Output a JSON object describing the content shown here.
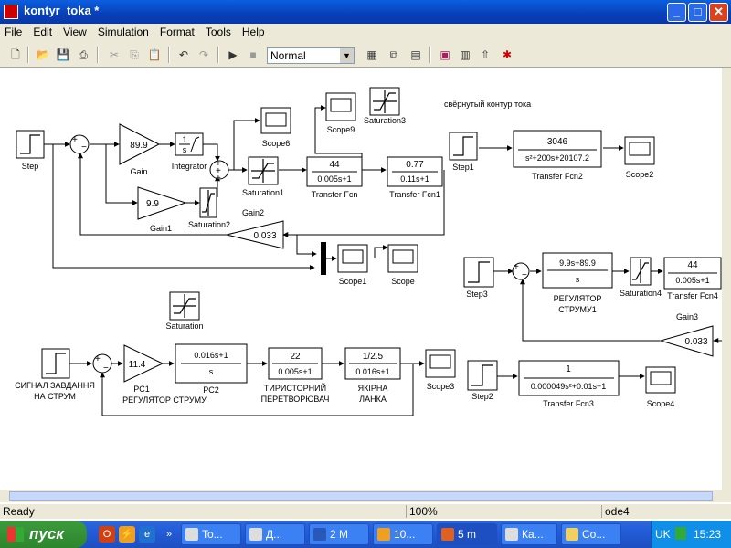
{
  "window": {
    "title": "kontyr_toka *",
    "minimize": "_",
    "maximize": "□",
    "close": "✕"
  },
  "menu": [
    "File",
    "Edit",
    "View",
    "Simulation",
    "Format",
    "Tools",
    "Help"
  ],
  "toolbar": {
    "mode": "Normal"
  },
  "diagram": {
    "blocks": {
      "step": "Step",
      "gain": "Gain",
      "gain_val": "89.9",
      "integrator": "Integrator",
      "int_num": "1",
      "int_den": "s",
      "gain1": "Gain1",
      "gain1_val": "9.9",
      "saturation1": "Saturation1",
      "saturation2": "Saturation2",
      "gain2": "Gain2",
      "gain2_val": "0.033",
      "scope6": "Scope6",
      "scope9": "Scope9",
      "saturation3": "Saturation3",
      "tf_num": "44",
      "tf_den": "0.005s+1",
      "tf": "Transfer Fcn",
      "tf1_num": "0.77",
      "tf1_den": "0.11s+1",
      "tf1": "Transfer Fcn1",
      "scope1": "Scope1",
      "scope": "Scope",
      "saturation": "Saturation",
      "annotation": "свёрнутый контур тока",
      "step1": "Step1",
      "tf2_num": "3046",
      "tf2_den": "s²+200s+20107.2",
      "tf2": "Transfer Fcn2",
      "scope2": "Scope2",
      "step3": "Step3",
      "reg_num": "9.9s+89.9",
      "reg_den": "s",
      "reg_label1": "РЕГУЛЯТОР",
      "reg_label2": "СТРУМУ1",
      "saturation4": "Saturation4",
      "tf4_num": "44",
      "tf4_den": "0.005s+1",
      "tf4": "Transfer Fcn4",
      "gain3": "Gain3",
      "gain3_val": "0.033",
      "signal1": "СИГНАЛ ЗАВДАННЯ",
      "signal2": "НА СТРУМ",
      "pc1_val": "11.4",
      "pc1_1": "PC1",
      "pc1_2": "РЕГУЛЯТОР СТРУМУ",
      "pc2_num": "0.016s+1",
      "pc2_den": "s",
      "pc2": "PC2",
      "thy_num": "22",
      "thy_den": "0.005s+1",
      "thy1": "ТИРИСТОРНИЙ",
      "thy2": "ПЕРЕТВОРЮВАЧ",
      "arm_num": "1/2.5",
      "arm_den": "0.016s+1",
      "arm1": "ЯКІРНА",
      "arm2": "ЛАНКА",
      "scope3": "Scope3",
      "step2": "Step2",
      "tf3_num": "1",
      "tf3_den": "0.000049s²+0.01s+1",
      "tf3": "Transfer Fcn3",
      "scope4": "Scope4"
    }
  },
  "status": {
    "state": "Ready",
    "zoom": "100%",
    "solver": "ode4"
  },
  "taskbar": {
    "start": "пуск",
    "tasks": [
      "To...",
      "Д...",
      "2 M",
      "10...",
      "5 m",
      "Ка...",
      "Co..."
    ],
    "lang": "UK",
    "clock": "15:23"
  }
}
